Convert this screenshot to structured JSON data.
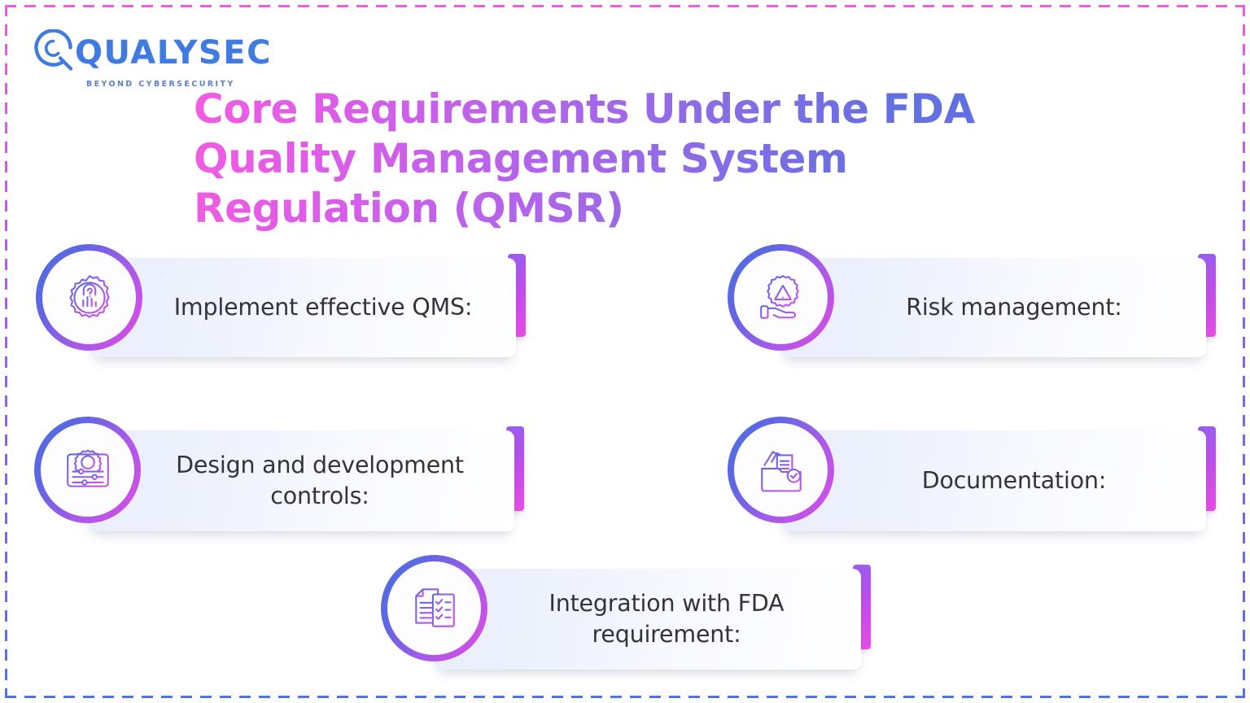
{
  "brand": {
    "name": "QUALYSEC",
    "tagline": "BEYOND CYBERSECURITY",
    "logo_color": "#3f7be0",
    "tagline_color": "#5f7fc9",
    "mark_icon": "magnifying-glass-q-icon"
  },
  "headline": {
    "text": "Core Requirements Under the FDA Quality Management System Regulation (QMSR)",
    "gradient_from": "#f25ce0",
    "gradient_to": "#5a6fe0"
  },
  "theme": {
    "accent_bar_from": "#9a5cf0",
    "accent_bar_to": "#e84ce4",
    "ring_from": "#4a6fe0",
    "ring_to": "#e049e6",
    "card_bg_from": "#e9eefb",
    "card_bg_to": "#ffffff",
    "label_color": "#32343a",
    "frame_color_top": "#ef5ce0",
    "frame_color_bottom": "#4f76dd",
    "page_bg": "#ffffff"
  },
  "cards": [
    {
      "label": "Implement effective QMS:",
      "icon": "gear-chart-question-icon"
    },
    {
      "label": "Risk management:",
      "icon": "hand-gear-warning-icon"
    },
    {
      "label": "Design and development controls:",
      "icon": "window-gear-sliders-icon"
    },
    {
      "label": "Documentation:",
      "icon": "folder-documents-check-icon"
    },
    {
      "label": "Integration with FDA requirement:",
      "icon": "document-checklist-icon"
    }
  ]
}
